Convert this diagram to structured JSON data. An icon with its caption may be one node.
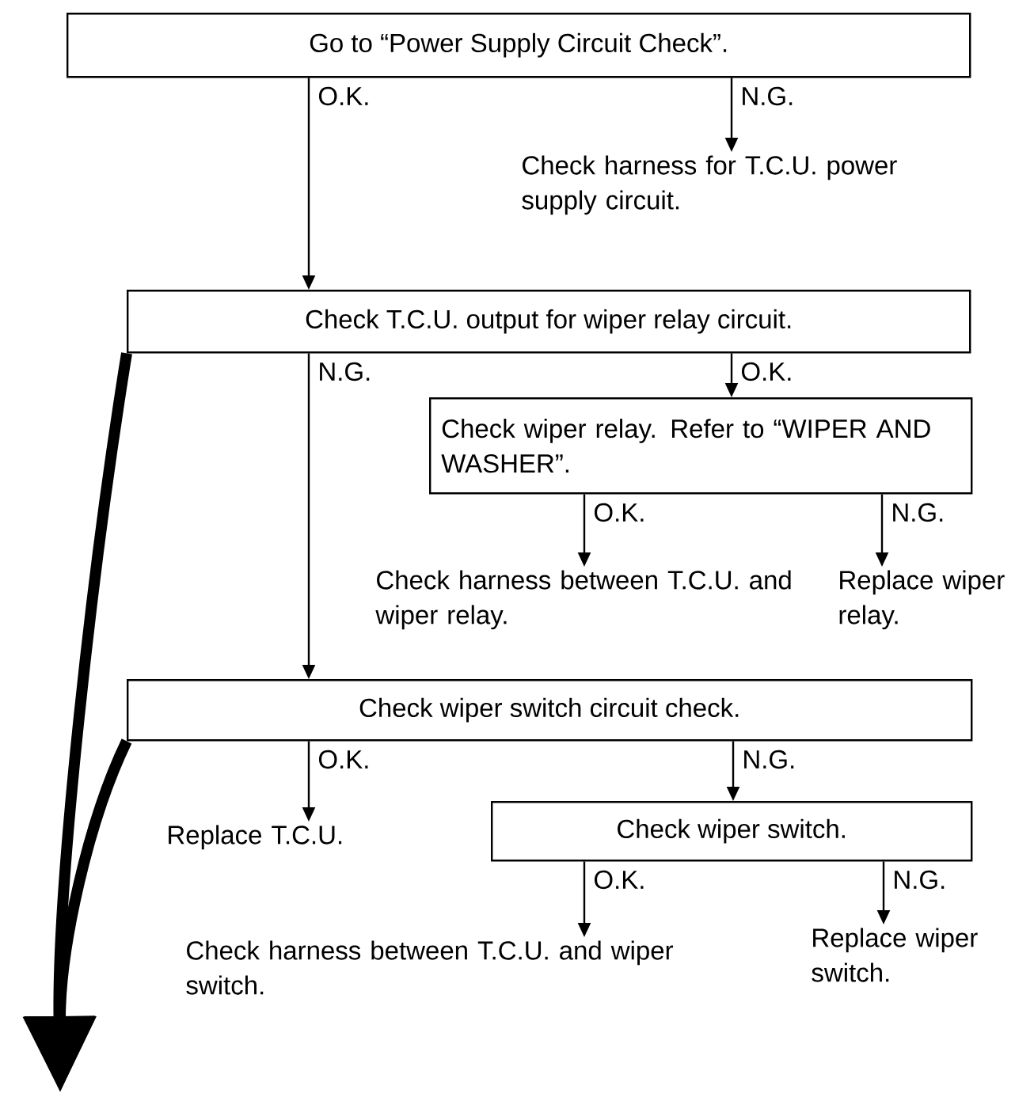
{
  "diagram": {
    "nodes": [
      {
        "text": [
          "Go to “Power Supply Circuit Check”."
        ]
      },
      {
        "text": [
          "Check harness for T.C.U. power supply circuit."
        ]
      },
      {
        "text": [
          "Check T.C.U. output for wiper relay circuit."
        ]
      },
      {
        "text": [
          "Check wiper relay.  Refer to “WIPER AND WASHER”."
        ]
      },
      {
        "text": [
          "Check harness between T.C.U. and wiper relay."
        ]
      },
      {
        "text": [
          "Replace wiper relay."
        ]
      },
      {
        "text": [
          "Check wiper switch circuit check."
        ]
      },
      {
        "text": [
          "Replace T.C.U."
        ]
      },
      {
        "text": [
          "Check wiper switch."
        ]
      },
      {
        "text": [
          "Check harness between T.C.U. and wiper switch."
        ]
      },
      {
        "text": [
          "Replace wiper switch."
        ]
      }
    ],
    "edges": [
      {
        "from": 0,
        "to": 2,
        "arrow": "to",
        "label": "O.K."
      },
      {
        "from": 0,
        "to": 1,
        "arrow": "to",
        "label": "N.G."
      },
      {
        "from": 2,
        "to": 6,
        "arrow": "to",
        "label": "N.G."
      },
      {
        "from": 2,
        "to": 3,
        "arrow": "to",
        "label": "O.K."
      },
      {
        "from": 3,
        "to": 4,
        "arrow": "to",
        "label": "O.K."
      },
      {
        "from": 3,
        "to": 5,
        "arrow": "to",
        "label": "N.G."
      },
      {
        "from": 6,
        "to": 7,
        "arrow": "to",
        "label": "O.K."
      },
      {
        "from": 6,
        "to": 8,
        "arrow": "to",
        "label": "N.G."
      },
      {
        "from": 8,
        "to": 9,
        "arrow": "to",
        "label": "O.K."
      },
      {
        "from": 8,
        "to": 10,
        "arrow": "to",
        "label": "N.G."
      },
      {
        "from": 2,
        "to": null,
        "arrow": "to",
        "style": "thick"
      },
      {
        "from": 6,
        "to": null,
        "arrow": "to",
        "style": "thick"
      }
    ]
  }
}
